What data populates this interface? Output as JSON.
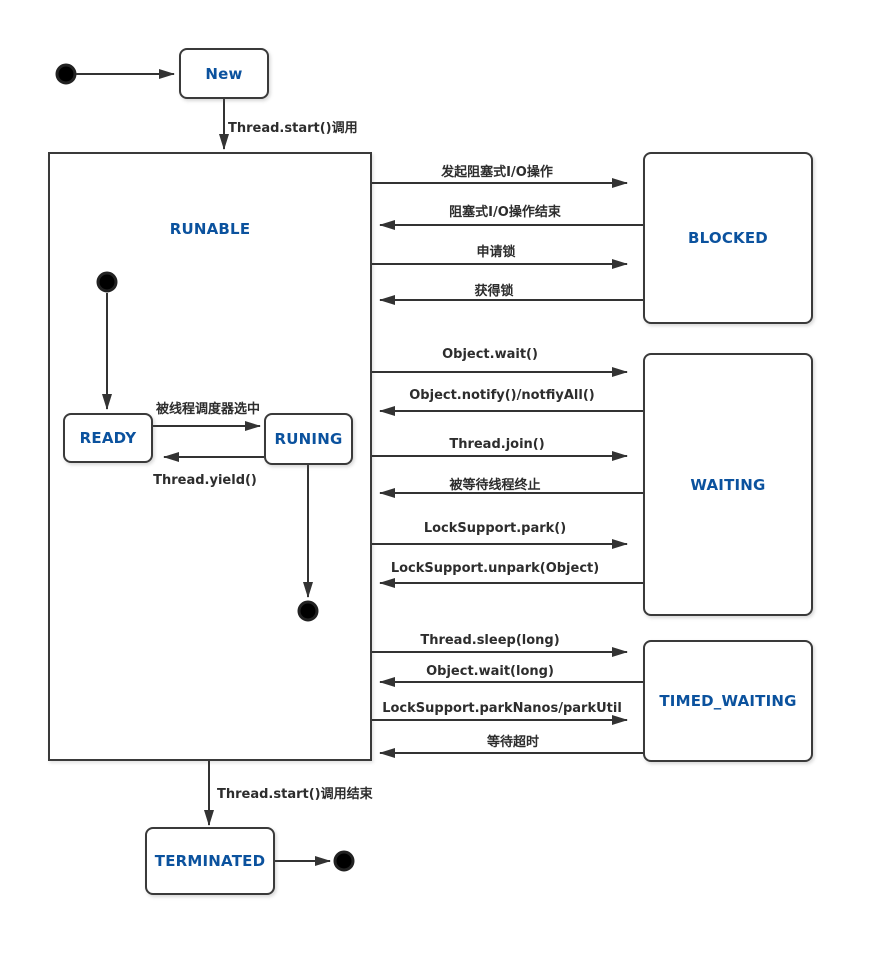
{
  "colors": {
    "state_text": "#0b529e",
    "line": "#333333",
    "label_text": "#2d2d2d",
    "background": "#ffffff"
  },
  "states": {
    "new": "New",
    "runable": "RUNABLE",
    "ready": "READY",
    "runing": "RUNING",
    "blocked": "BLOCKED",
    "waiting": "WAITING",
    "timed_waiting": "TIMED_WAITING",
    "terminated": "TERMINATED"
  },
  "edges": {
    "new_to_runable": "Thread.start()调用",
    "ready_to_runing": "被线程调度器选中",
    "runing_to_ready": "Thread.yield()",
    "runable_to_blocked_io": "发起阻塞式I/O操作",
    "blocked_to_runable_io": "阻塞式I/O操作结束",
    "runable_to_blocked_lock": "申请锁",
    "blocked_to_runable_lock": "获得锁",
    "runable_to_waiting_wait": "Object.wait()",
    "waiting_to_runable_notify": "Object.notify()/notfiyAll()",
    "runable_to_waiting_join": "Thread.join()",
    "waiting_to_runable_terminated": "被等待线程终止",
    "runable_to_waiting_park": "LockSupport.park()",
    "waiting_to_runable_unpark": "LockSupport.unpark(Object)",
    "runable_to_timed_sleep": "Thread.sleep(long)",
    "timed_to_runable_wait": "Object.wait(long)",
    "runable_to_timed_parknanos": "LockSupport.parkNanos/parkUtil",
    "timed_to_runable_timeout": "等待超时",
    "runable_to_terminated": "Thread.start()调用结束"
  }
}
